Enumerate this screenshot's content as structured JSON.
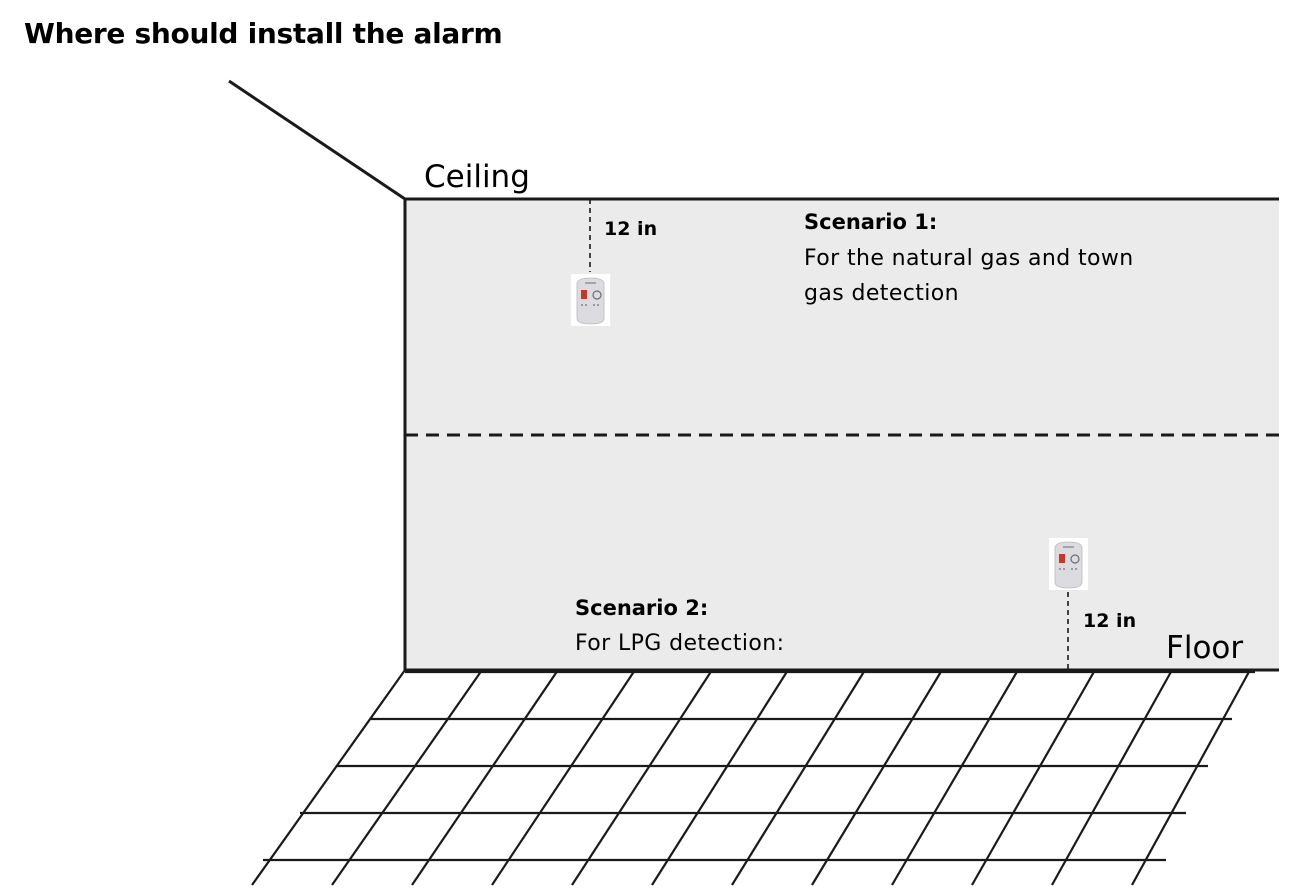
{
  "title": "Where should install the alarm",
  "labels": {
    "ceiling": "Ceiling",
    "floor": "Floor"
  },
  "measurements": {
    "top_distance": "12 in",
    "bottom_distance": "12 in"
  },
  "scenario_1": {
    "title": "Scenario 1:",
    "line_1": "For the natural gas and town",
    "line_2": "gas detection"
  },
  "scenario_2": {
    "title": "Scenario 2:",
    "line_1": "For LPG detection:"
  },
  "colors": {
    "wall_fill": "#ebebeb",
    "line": "#1a1a1a",
    "detector_body": "#dcdce0",
    "detector_display": "#c0392b"
  },
  "icons": [
    "gas-detector-icon"
  ]
}
